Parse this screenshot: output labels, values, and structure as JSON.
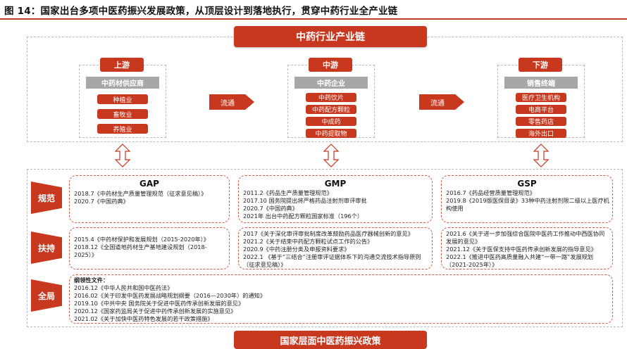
{
  "title": "图 14：国家出台多项中医药振兴发展政策，从顶层设计到落地执行，贯穿中药行业全产业链",
  "chain_title": "中药行业产业链",
  "flow_label": "流通",
  "columns": [
    {
      "stage": "上游",
      "sub": "中药材供应商",
      "items": [
        "种植业",
        "畜牧业",
        "养殖业"
      ]
    },
    {
      "stage": "中游",
      "sub": "中药企业",
      "items": [
        "中药饮片",
        "中药配方颗粒",
        "中成药",
        "中药提取物"
      ]
    },
    {
      "stage": "下游",
      "sub": "销售终端",
      "items": [
        "医疗卫生机构",
        "电商平台",
        "零售药店",
        "海外出口"
      ]
    }
  ],
  "side_labels": [
    "规范",
    "扶持",
    "全局"
  ],
  "policies": {
    "gap": {
      "title": "GAP",
      "norm": [
        "2018.7《中药材生产质量管理规范（征求意见稿）》",
        "2020.7《中国药典》"
      ],
      "support": [
        "2015.4《中药材保护和发展规划（2015-2020年）》",
        "2018.12《全国道地药材生产基地建设规划（2018-2025）》"
      ]
    },
    "gmp": {
      "title": "GMP",
      "norm": [
        "2011.2《药品生产质量管理规范》",
        "2017.10 国务院提出将严格药品注射剂审评审批",
        "2020.7《中国药典》",
        "2021年 出台中药配方颗粒国家标准（196个）"
      ],
      "support": [
        "2017《关于深化审评审批制度改革鼓励药品医疗器械创新的意见》",
        "2021.2《关于结束中药配方颗粒试点工作的公告》",
        "2020.9《中药注册分类及申报资料要求》",
        "2022.1 《基于“三结合”注册审评证据体系下的沟通交流技术指导原则（征求意见稿）》"
      ]
    },
    "gsp": {
      "title": "GSP",
      "norm": [
        "2016.7《药品经营质量管理规范》",
        "2019.8《2019版医保目录》33种中药注射剂限二级以上医疗机构使用"
      ],
      "support": [
        "2021.6《关于进一步加强综合医院中医药工作推动中西医协同发展的意见》",
        "2021.12《关于医保支持中医药传承创新发展的指导意见》",
        "2022.1《推进中医药高质量融入共建“一带一路”发展规划（2021-2025年）》"
      ]
    }
  },
  "global": {
    "header": "纲领性文件：",
    "items": [
      "2016.12《中华人民共和国中医药法》",
      "2016.02《关于印发中医药发展战略规划纲要（2016—2030年）的通知》",
      "2019.10《中共中央 国务院关于促进中医药传承创新发展的意见》",
      "2020.12《国家药监局关于促进中药传承创新发展的实施意见》",
      "2021.02《关于加快中医药特色发展的若干政策措施》"
    ]
  },
  "bottom_banner": "国家层面中医药振兴政策"
}
